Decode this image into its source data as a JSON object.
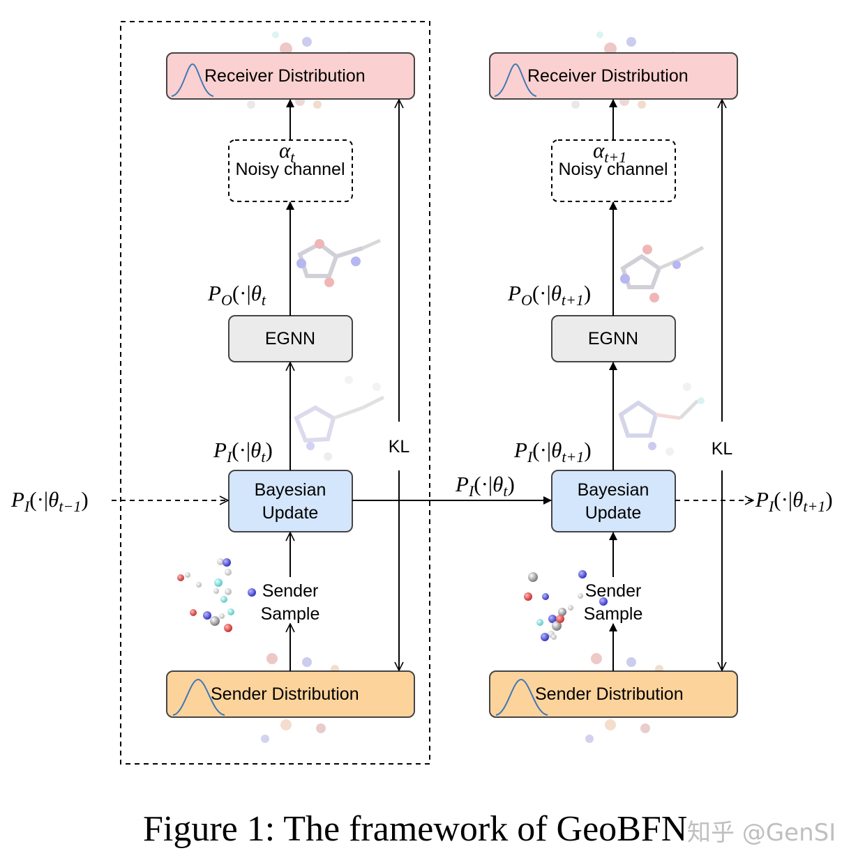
{
  "caption": "Figure 1: The framework of GeoBFN",
  "watermark": "知乎 @GenSI",
  "colors": {
    "receiver": "#fbd0d0",
    "sender": "#fdd39c",
    "bayes": "#d4e6fb",
    "egnn": "#ebebeb",
    "curve": "#3c78b4"
  },
  "icons": [
    "gaussian-curve-icon",
    "molecule-icon",
    "atom-point-cloud"
  ],
  "left_block": {
    "receiver": "Receiver Distribution",
    "alpha": "αt",
    "noisy": "Noisy channel",
    "p_out": "P O(·|θt)",
    "egnn": "EGNN",
    "p_in": "P I(·|θt)",
    "bayes_line1": "Bayesian",
    "bayes_line2": "Update",
    "sender_line1": "Sender",
    "sender_line2": "Sample",
    "sender_dist": "Sender Distribution",
    "kl": "KL"
  },
  "right_block": {
    "receiver": "Receiver Distribution",
    "alpha": "αt+1",
    "noisy": "Noisy channel",
    "p_out": "P O(·|θt+1)",
    "egnn": "EGNN",
    "p_in": "P I(·|θt+1)",
    "bayes_line1": "Bayesian",
    "bayes_line2": "Update",
    "sender_line1": "Sender",
    "sender_line2": "Sample",
    "sender_dist": "Sender Distribution",
    "kl": "KL"
  },
  "flow": {
    "incoming": "P I(·|θt−1)",
    "middle": "P I(·|θt)",
    "outgoing": "P I(·|θt+1)"
  }
}
